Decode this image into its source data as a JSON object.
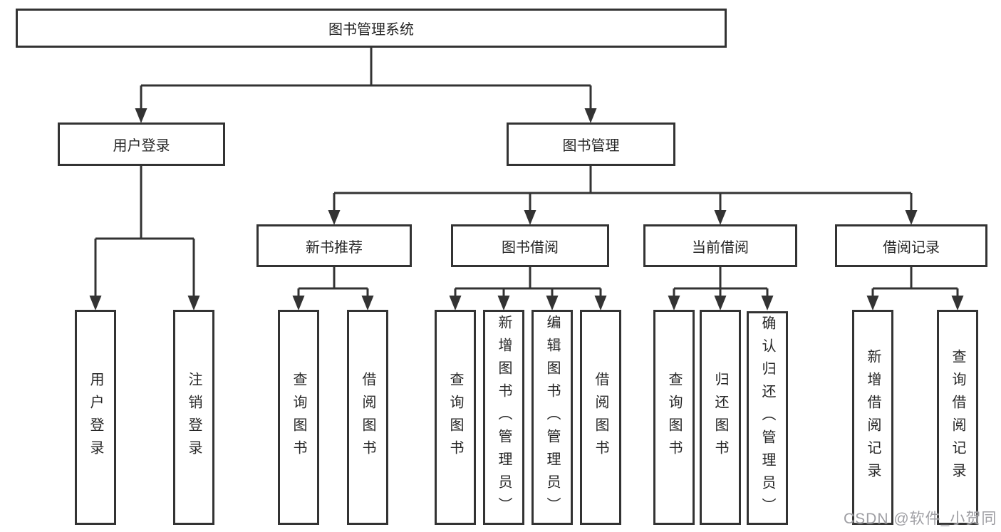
{
  "colors": {
    "line": "#333333",
    "box_border": "#333333",
    "text": "#262626",
    "watermark": "#9e9ea3",
    "background": "#ffffff"
  },
  "watermark": {
    "text": "CSDN @软件_小贺同学"
  },
  "tree": {
    "root": {
      "label": "图书管理系统",
      "children": [
        {
          "label": "用户登录",
          "children": [
            {
              "label": "用户登录"
            },
            {
              "label": "注销登录"
            }
          ]
        },
        {
          "label": "图书管理",
          "children": [
            {
              "label": "新书推荐",
              "children": [
                {
                  "label": "查询图书"
                },
                {
                  "label": "借阅图书"
                }
              ]
            },
            {
              "label": "图书借阅",
              "children": [
                {
                  "label": "查询图书"
                },
                {
                  "label": "新增图书（管理员）"
                },
                {
                  "label": "编辑图书（管理员）"
                },
                {
                  "label": "借阅图书"
                }
              ]
            },
            {
              "label": "当前借阅",
              "children": [
                {
                  "label": "查询图书"
                },
                {
                  "label": "归还图书"
                },
                {
                  "label": "确认归还（管理员）"
                }
              ]
            },
            {
              "label": "借阅记录",
              "children": [
                {
                  "label": "新增借阅记录"
                },
                {
                  "label": "查询借阅记录"
                }
              ]
            }
          ]
        }
      ]
    }
  }
}
